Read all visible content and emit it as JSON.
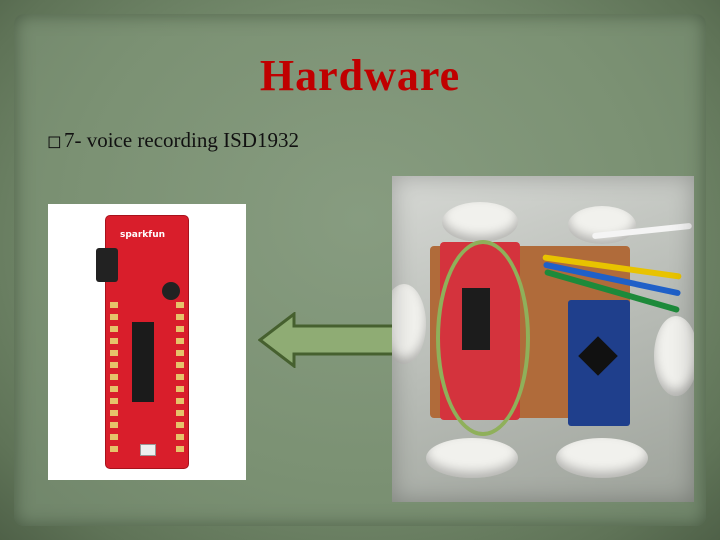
{
  "slide": {
    "title": "Hardware",
    "bullet_glyph": "◻",
    "bullet_text": "7- voice recording  ISD1932"
  },
  "left_image": {
    "board_logo": "sparkfun"
  },
  "arrow": {
    "direction": "left",
    "fill_color": "#8fac74",
    "stroke_color": "#46602f"
  },
  "colors": {
    "title": "#c00000",
    "background": "#7b9173",
    "highlight": "#8fb05a"
  }
}
